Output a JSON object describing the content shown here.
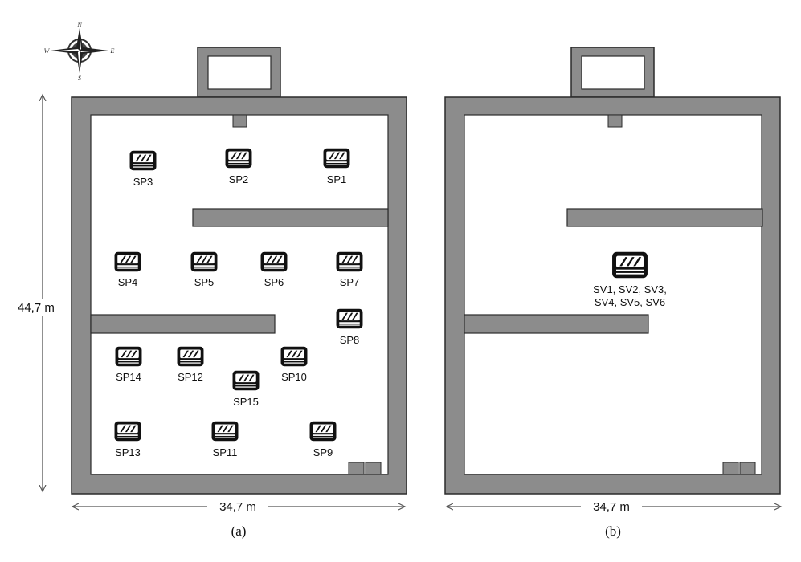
{
  "compass": {
    "north": "N",
    "south": "S",
    "east": "E",
    "west": "W"
  },
  "dimensions": {
    "height": "44,7 m",
    "width": "34,7 m"
  },
  "panel_a": {
    "caption": "(a)",
    "sensors": [
      "SP1",
      "SP2",
      "SP3",
      "SP4",
      "SP5",
      "SP6",
      "SP7",
      "SP8",
      "SP9",
      "SP10",
      "SP11",
      "SP12",
      "SP13",
      "SP14",
      "SP15"
    ]
  },
  "panel_b": {
    "caption": "(b)",
    "sensor_label_line1": "SV1, SV2, SV3,",
    "sensor_label_line2": "SV4, SV5, SV6"
  },
  "colors": {
    "wall": "#8c8c8c",
    "wall_stroke": "#2b2b2b",
    "floor": "#ffffff",
    "sensor": "#111111"
  }
}
